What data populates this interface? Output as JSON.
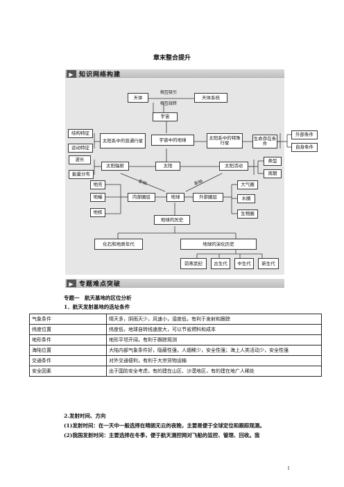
{
  "page": {
    "title": "章末整合提升",
    "page_number": "1"
  },
  "banner_network": {
    "text": "知识网络构建"
  },
  "banner_topics": {
    "text": "专题难点突破"
  },
  "diagram": {
    "nodes": {
      "tianti": "天体",
      "tianti_system": "天体系统",
      "yuzhou": "宇宙",
      "jiegou": "结构特征",
      "yundong": "运动特征",
      "taiyangxi_putong": "太阳系中的普通行星",
      "yuzhou_diqiu": "宇宙中的地球",
      "taiyangxi_teshu": "太阳系中的特殊行星",
      "shengming": "生命存在条件",
      "waibu": "外部条件",
      "zishen": "自身条件",
      "bochang": "波长",
      "nengliang": "能量分布",
      "fushe": "太阳辐射",
      "taiyang": "太阳",
      "huodong": "太阳活动",
      "leixing": "类型",
      "zhouqi": "周期",
      "diqiao": "地壳",
      "dimantle": "地幔",
      "dihe": "地核",
      "neibu": "内部圈层",
      "diqiu": "地球",
      "waibu_quan": "外部圈层",
      "daqi": "大气圈",
      "shuiquan": "水圈",
      "shengwu": "生物圈",
      "lishi": "地球的历史",
      "huashi": "化石和地质年代",
      "yanhua": "地球的演化历史",
      "qianhanwu": "前寒武纪",
      "gusheng": "古生代",
      "zhongsheng": "中生代",
      "xinsheng": "新生代"
    },
    "labels": {
      "xiangxi": "相互吸引",
      "xiangrao": "相互绕转",
      "yingxiang1": "影响",
      "yingxiang2": "影响"
    }
  },
  "section": {
    "topic": "专题一　航天基地的区位分析",
    "sub1": "1．航天发射基地的选址条件"
  },
  "table": {
    "rows": [
      {
        "factor": "气象条件",
        "desc": "晴天多，阴雨天少，风速小，湿度低，有利于发射和跟踪"
      },
      {
        "factor": "纬度位置",
        "desc": "纬度低，地球自转线速度大，可以节省燃料和成本"
      },
      {
        "factor": "地形条件",
        "desc": "地形平坦开阔，有利于跟踪观测"
      },
      {
        "factor": "海陆位置",
        "desc": "大陆内部气象条件好，隐蔽性强，人烟稀少，安全性强；海上人类活动少，安全性强"
      },
      {
        "factor": "交通条件",
        "desc": "对外交通便利，有利于大宗货物运输"
      },
      {
        "factor": "安全因素",
        "desc": "出于国防安全考虑，有的建在山区、沙漠地区，有的建在地广人稀处"
      }
    ]
  },
  "text": {
    "p2": "2.发射时间、方向",
    "p3": "(1)发射时间：在一天中一般选择在晴朗无云的夜晚，主要是便于全球定位和跟踪观测。",
    "p4": "(2)我国发射时间：主要选择在冬季，便于航天测控网对飞船的监控、管理、回收。我"
  }
}
